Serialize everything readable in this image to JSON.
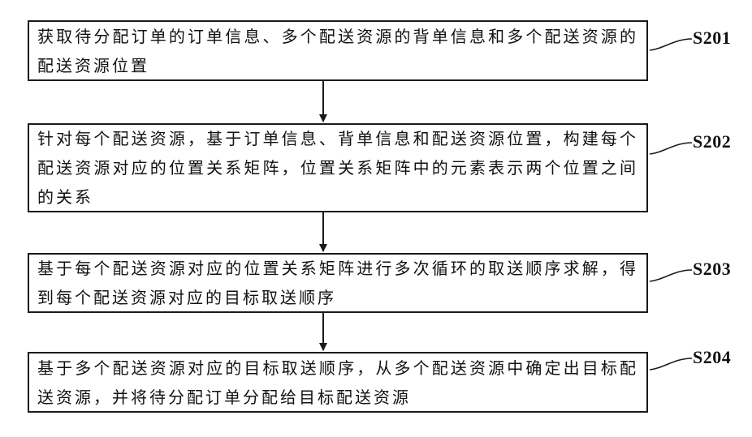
{
  "steps": [
    {
      "label": "S201",
      "text": "获取待分配订单的订单信息、多个配送资源的背单信息和多个配送资源的配送资源位置"
    },
    {
      "label": "S202",
      "text": "针对每个配送资源，基于订单信息、背单信息和配送资源位置，构建每个配送资源对应的位置关系矩阵，位置关系矩阵中的元素表示两个位置之间的关系"
    },
    {
      "label": "S203",
      "text": "基于每个配送资源对应的位置关系矩阵进行多次循环的取送顺序求解，得到每个配送资源对应的目标取送顺序"
    },
    {
      "label": "S204",
      "text": "基于多个配送资源对应的目标取送顺序，从多个配送资源中确定出目标配送资源，并将待分配订单分配给目标配送资源"
    }
  ]
}
